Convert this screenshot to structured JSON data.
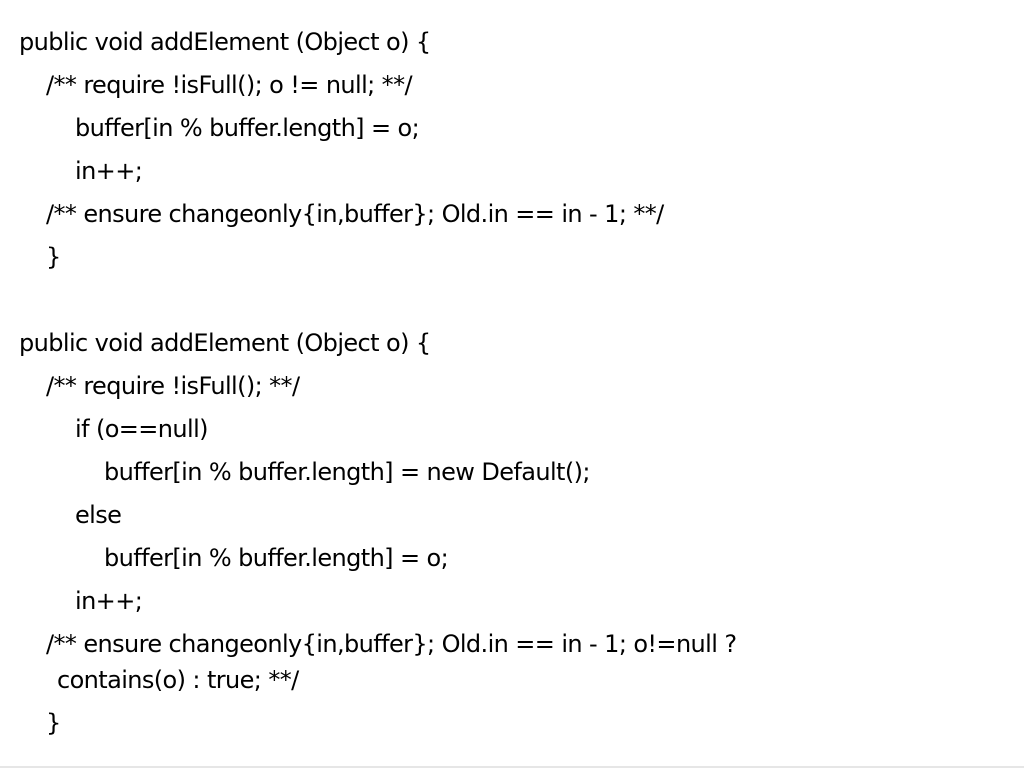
{
  "snippets": [
    {
      "lines": [
        "public void addElement (Object o) {",
        "/** require !isFull(); o != null; **/",
        "buffer[in % buffer.length] = o;",
        "in++;",
        "/** ensure changeonly{in,buffer}; Old.in == in - 1; **/",
        "}"
      ]
    },
    {
      "lines": [
        "public void addElement (Object o) {",
        "/** require !isFull(); **/",
        "if (o==null)",
        "buffer[in % buffer.length] = new Default();",
        "else",
        "buffer[in % buffer.length] = o;",
        "in++;",
        "/** ensure changeonly{in,buffer}; Old.in == in - 1; o!=null ?",
        "contains(o) : true; **/",
        "}"
      ]
    }
  ]
}
